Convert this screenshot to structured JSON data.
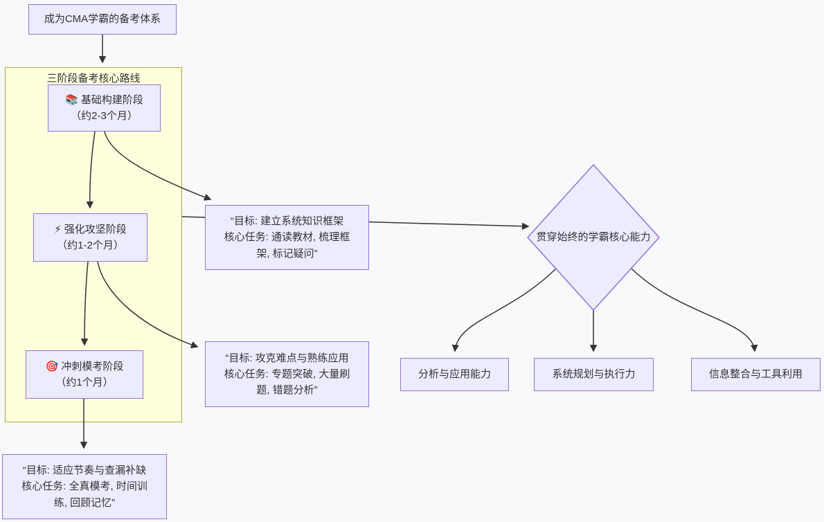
{
  "diagram": {
    "root": {
      "label": "成为CMA学霸的备考体系"
    },
    "subgraph": {
      "title": "三阶段备考核心路线"
    },
    "stages": [
      {
        "icon": "📚",
        "title": "基础构建阶段",
        "duration": "（约2-3个月）"
      },
      {
        "icon": "⚡",
        "title": "强化攻坚阶段",
        "duration": "（约1-2个月）"
      },
      {
        "icon": "🎯",
        "title": "冲刺模考阶段",
        "duration": "（约1个月）"
      }
    ],
    "details": [
      {
        "lines": [
          "“目标: 建立系统知识框架",
          "核心任务: 通读教材, 梳理框",
          "架, 标记疑问”"
        ]
      },
      {
        "lines": [
          "“目标: 攻克难点与熟练应用",
          "核心任务: 专题突破, 大量刷",
          "题, 错题分析”"
        ]
      },
      {
        "lines": [
          "“目标: 适应节奏与查漏补缺",
          "核心任务: 全真模考, 时间训",
          "练, 回顾记忆”"
        ]
      }
    ],
    "diamond": {
      "label": "贯穿始终的学霸核心能力"
    },
    "abilities": [
      {
        "label": "分析与应用能力"
      },
      {
        "label": "系统规划与执行力"
      },
      {
        "label": "信息整合与工具利用"
      }
    ],
    "colors": {
      "node_fill": "#ECECFF",
      "node_border": "#9370DB",
      "cluster_fill": "#FFFFDE",
      "cluster_border": "#AAAA33",
      "edge": "#333333",
      "text": "#333333",
      "background": "#F8F9FA"
    }
  }
}
